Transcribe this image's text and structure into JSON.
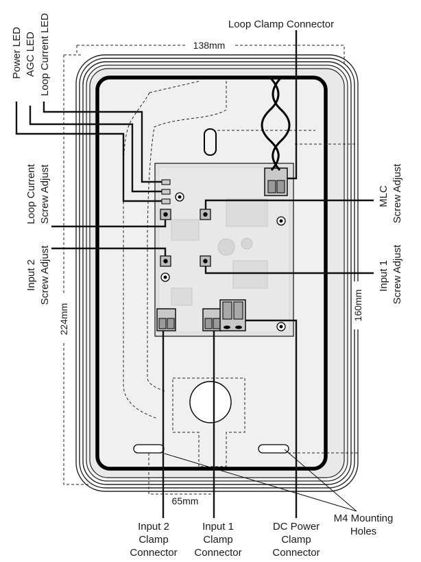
{
  "labels": {
    "loop_clamp_connector": "Loop Clamp Connector",
    "power_led": "Power LED",
    "agc_led": "AGC LED",
    "loop_current_led": "Loop Current LED",
    "loop_current_screw_adjust_1": "Loop Current",
    "loop_current_screw_adjust_2": "Screw Adjust",
    "input2_screw_adjust_1": "Input 2",
    "input2_screw_adjust_2": "Screw Adjust",
    "mlc_screw_adjust_1": "MLC",
    "mlc_screw_adjust_2": "Screw Adjust",
    "input1_screw_adjust_1": "Input 1",
    "input1_screw_adjust_2": "Screw Adjust",
    "input2_clamp_1": "Input 2",
    "input2_clamp_2": "Clamp",
    "input2_clamp_3": "Connector",
    "input1_clamp_1": "Input 1",
    "input1_clamp_2": "Clamp",
    "input1_clamp_3": "Connector",
    "dc_power_clamp_1": "DC Power",
    "dc_power_clamp_2": "Clamp",
    "dc_power_clamp_3": "Connector",
    "m4_holes_1": "M4 Mounting",
    "m4_holes_2": "Holes"
  },
  "dimensions": {
    "width_top": "138mm",
    "height_left": "224mm",
    "height_right": "160mm",
    "hole_spacing": "65mm"
  }
}
